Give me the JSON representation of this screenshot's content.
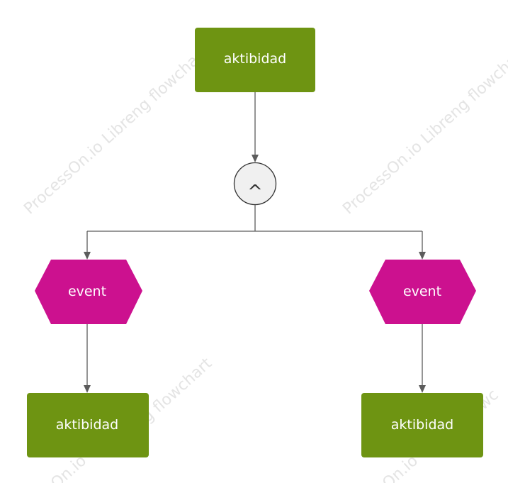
{
  "nodes": {
    "top_activity": "aktibidad",
    "left_event": "event",
    "right_event": "event",
    "left_activity": "aktibidad",
    "right_activity": "aktibidad"
  },
  "gateway": {
    "symbol": "^",
    "type": "and"
  },
  "watermark": {
    "text": "ProcessOn.io Libreng flowchart",
    "fragment_a": "ng flowchart",
    "fragment_b": "On.io",
    "fragment_c": "flowc"
  },
  "colors": {
    "activity": "#6e9412",
    "event": "#cc118f",
    "gateway_fill": "#f0f0f0",
    "gateway_stroke": "#333333",
    "connector": "#5c5c5c",
    "text": "#ffffff",
    "watermark": "#e4e4e4"
  }
}
